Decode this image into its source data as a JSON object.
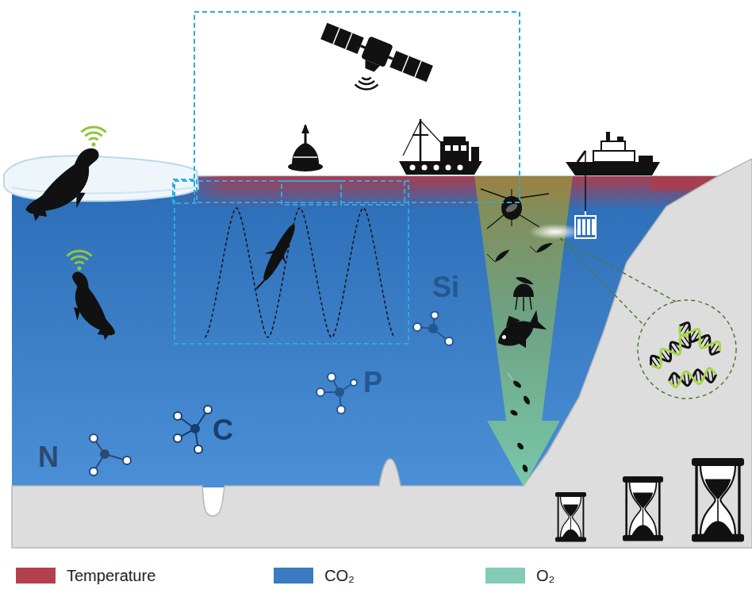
{
  "diagram": {
    "labels": [
      "Si",
      "P",
      "C",
      "N"
    ],
    "legend": [
      {
        "text": "Temperature",
        "color": "#b4404e"
      },
      {
        "text": "CO₂",
        "color": "#3b7bc3"
      },
      {
        "text": "O₂",
        "color": "#83cbb6"
      }
    ]
  }
}
